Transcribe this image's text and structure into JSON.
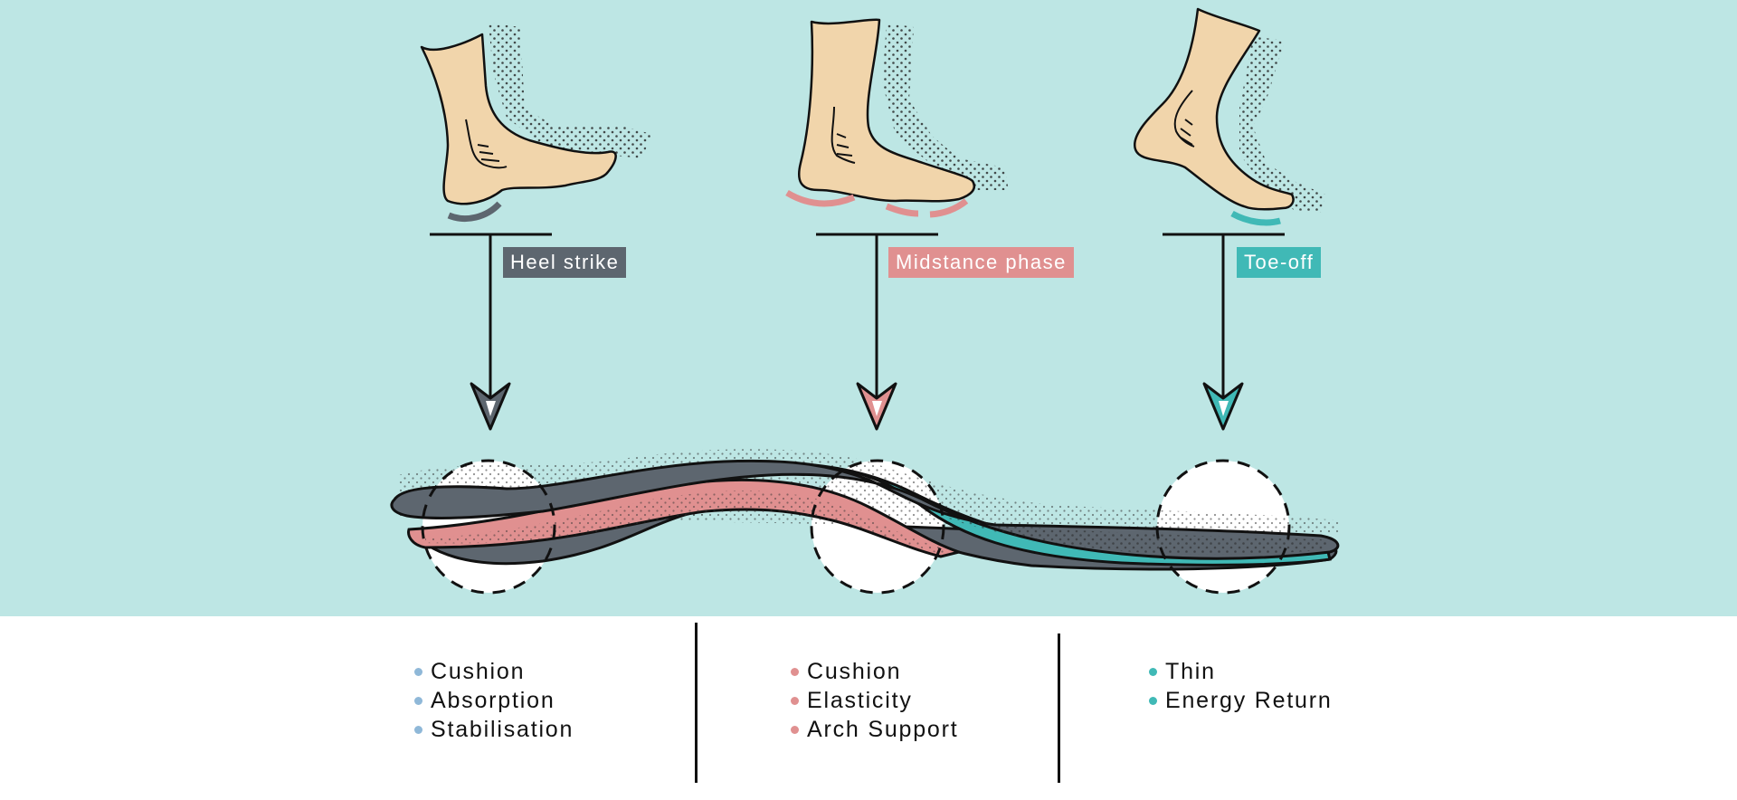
{
  "colors": {
    "background": "#bde6e4",
    "skin": "#f1d5ab",
    "heel_strike": "#5d666f",
    "midstance": "#e09090",
    "toe_off": "#40b9b6",
    "bullet_heel": "#8fb8d8",
    "outline": "#111111"
  },
  "phases": [
    {
      "id": "heel-strike",
      "label": "Heel strike",
      "color": "#5d666f",
      "bullet_color": "#8fb8d8",
      "features": [
        "Cushion",
        "Absorption",
        "Stabilisation"
      ]
    },
    {
      "id": "midstance-phase",
      "label": "Midstance phase",
      "color": "#e09090",
      "bullet_color": "#e09090",
      "features": [
        "Cushion",
        "Elasticity",
        "Arch Support"
      ]
    },
    {
      "id": "toe-off",
      "label": "Toe-off",
      "color": "#40b9b6",
      "bullet_color": "#40b9b6",
      "features": [
        "Thin",
        "Energy Return"
      ]
    }
  ],
  "insole_layers": [
    {
      "name": "top-layer",
      "color": "#5d666f"
    },
    {
      "name": "energy-return-layer",
      "color": "#40b9b6"
    },
    {
      "name": "cushion-layer",
      "color": "#e09090"
    },
    {
      "name": "base-layer",
      "color": "#5d666f"
    }
  ]
}
